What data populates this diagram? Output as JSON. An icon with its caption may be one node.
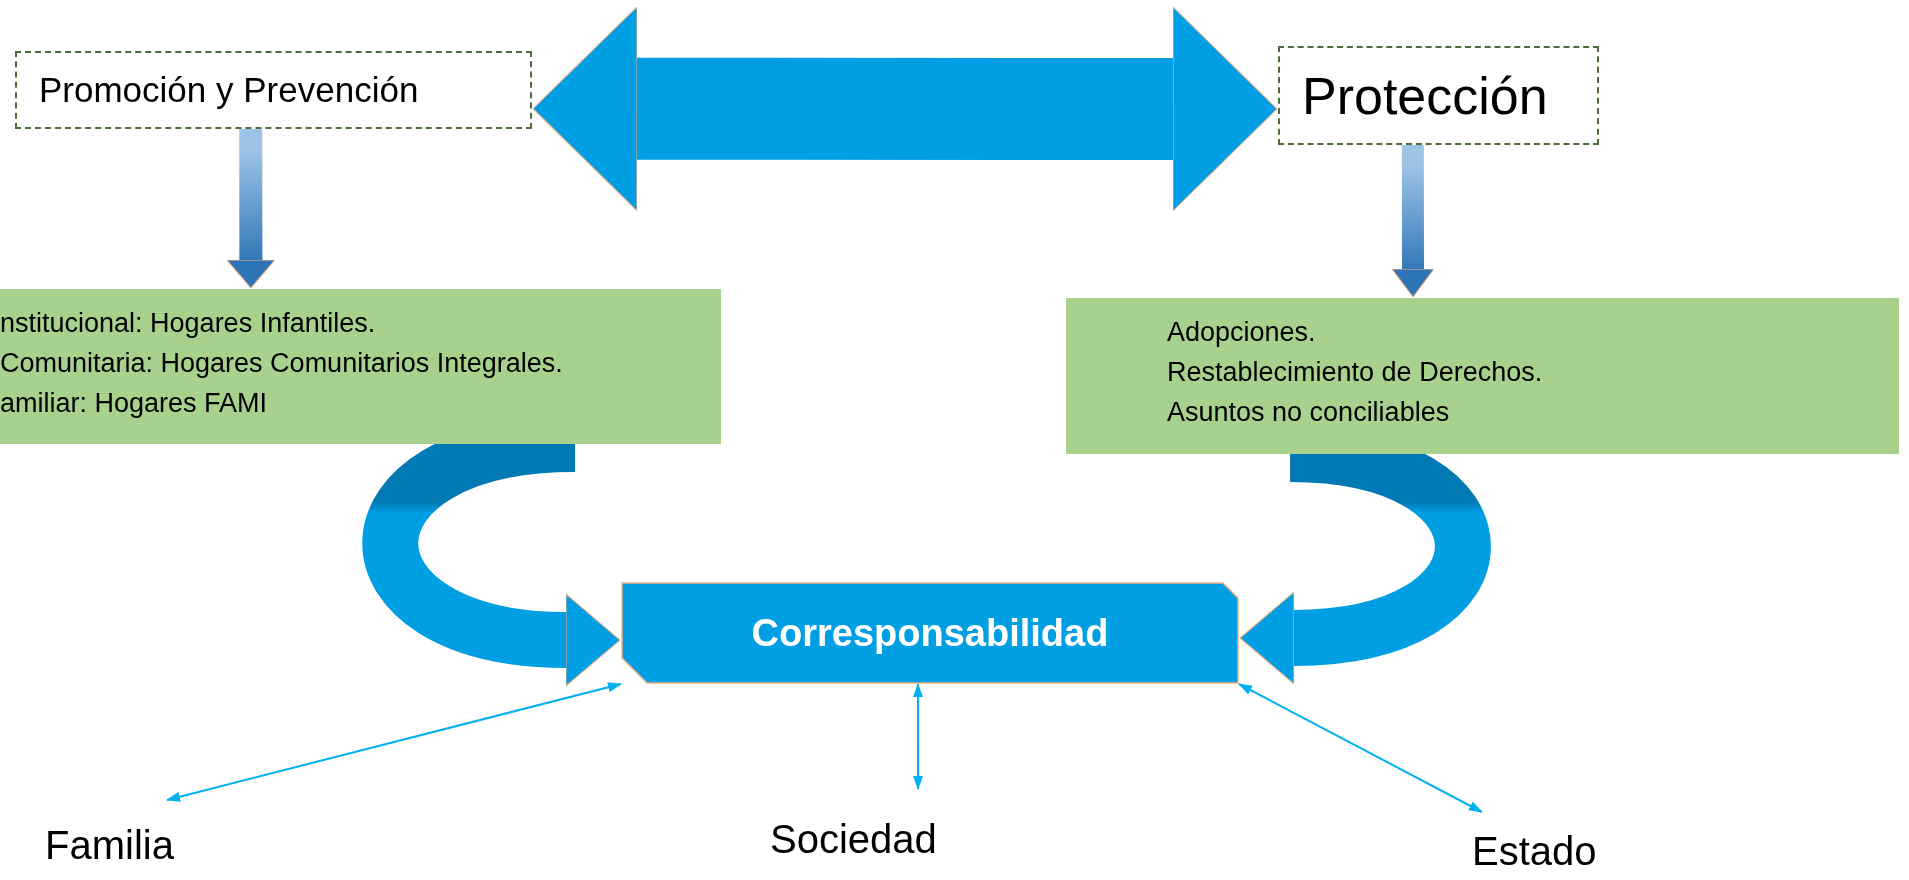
{
  "diagram": {
    "nodes": [
      {
        "text": [
          "Promoción y Prevención"
        ]
      },
      {
        "text": [
          "Protección"
        ]
      },
      {
        "text": [
          "nstitucional: Hogares Infantiles.",
          "Comunitaria: Hogares Comunitarios Integrales.",
          "amiliar: Hogares FAMI"
        ]
      },
      {
        "text": [
          "Adopciones.",
          "Restablecimiento de Derechos.",
          "Asuntos no conciliables"
        ]
      },
      {
        "text": [
          "Corresponsabilidad"
        ]
      },
      {
        "text": [
          "Familia"
        ]
      },
      {
        "text": [
          "Sociedad"
        ]
      },
      {
        "text": [
          "Estado"
        ]
      }
    ],
    "edges": [
      {
        "from": 0,
        "to": 1,
        "arrow": "both",
        "style": "thick"
      },
      {
        "from": 0,
        "to": 2,
        "arrow": "to",
        "style": "thick"
      },
      {
        "from": 1,
        "to": 3,
        "arrow": "to",
        "style": "thick"
      },
      {
        "from": 2,
        "to": 4,
        "arrow": "to",
        "style": "thick"
      },
      {
        "from": 3,
        "to": 4,
        "arrow": "to",
        "style": "thick"
      },
      {
        "from": 4,
        "to": 5,
        "arrow": "both",
        "color": "#00b0f0"
      },
      {
        "from": 4,
        "to": 6,
        "arrow": "both",
        "color": "#00b0f0"
      },
      {
        "from": 4,
        "to": 7,
        "arrow": "both",
        "color": "#00b0f0"
      }
    ]
  }
}
